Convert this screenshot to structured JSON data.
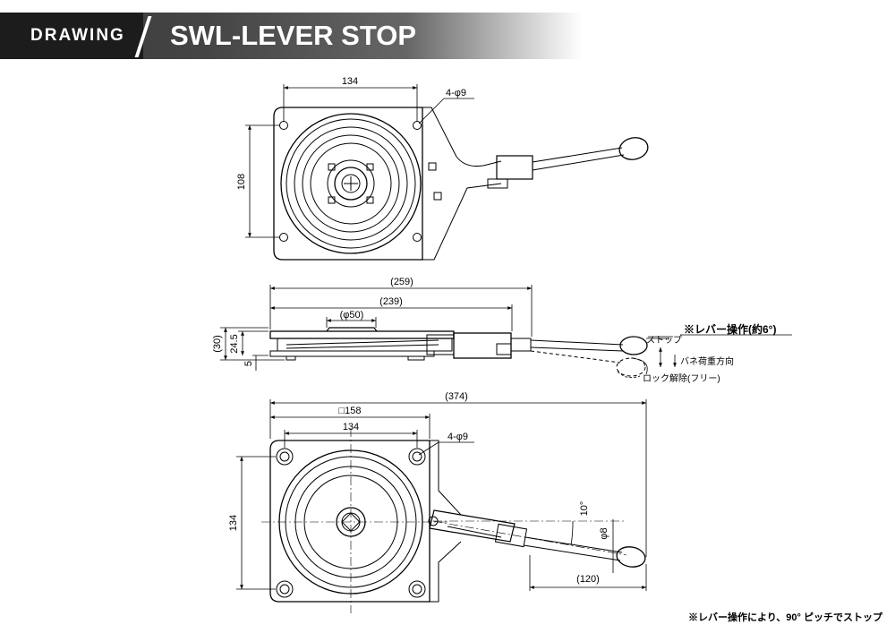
{
  "header": {
    "tag": "DRAWING",
    "title": "SWL-LEVER STOP"
  },
  "top_view": {
    "dim_width": "134",
    "dim_height": "108",
    "hole_label": "4-φ9"
  },
  "side_view": {
    "dim_overall": "(259)",
    "dim_plate": "(239)",
    "dim_center": "(φ50)",
    "dim_h30": "(30)",
    "dim_h24": "24.5",
    "dim_h5": "5",
    "label_stop": "ストップ",
    "label_lever": "※レバー操作(約6°)",
    "label_spring": "バネ荷重方向",
    "label_release": "ロック解除(フリー)"
  },
  "bottom_view": {
    "dim_overall": "(374)",
    "dim_square": "□158",
    "dim_width": "134",
    "dim_height": "134",
    "hole_label": "4-φ9",
    "angle": "10°",
    "rod": "φ8",
    "lever_len": "(120)"
  },
  "footnote": "※レバー操作により、90° ピッチでストップ"
}
